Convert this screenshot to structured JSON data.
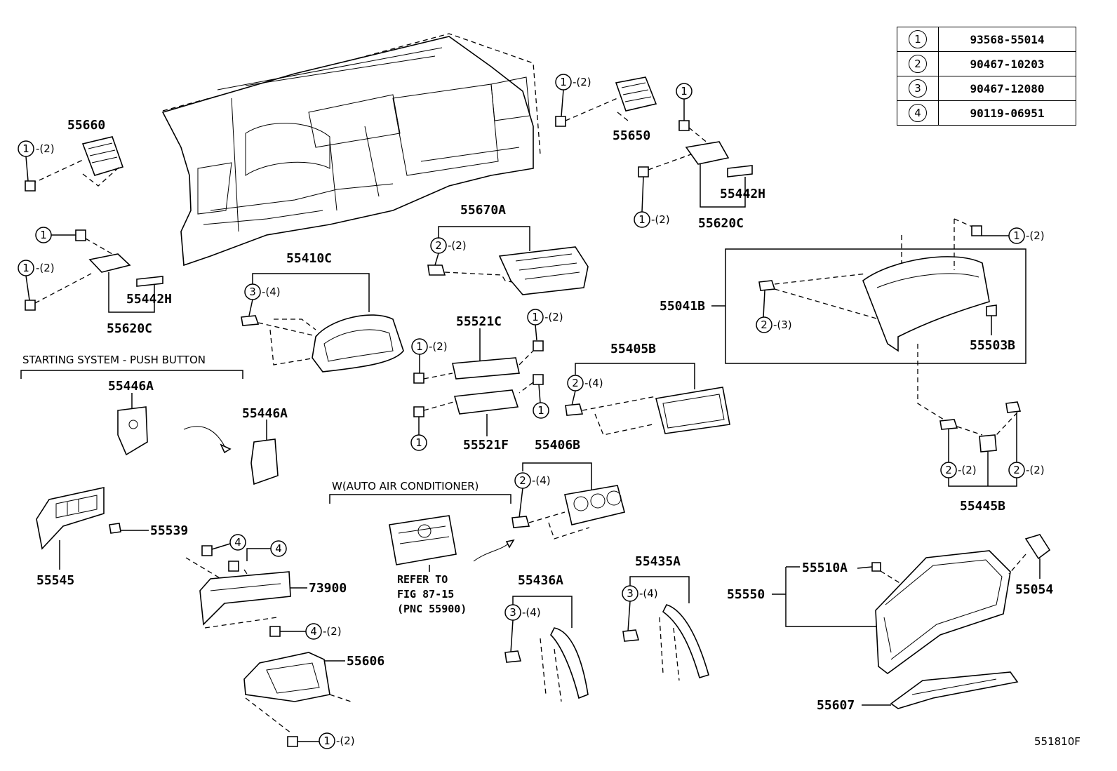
{
  "legend": [
    {
      "num": "1",
      "part": "93568-55014"
    },
    {
      "num": "2",
      "part": "90467-10203"
    },
    {
      "num": "3",
      "part": "90467-12080"
    },
    {
      "num": "4",
      "part": "90119-06951"
    }
  ],
  "parts": {
    "p55660": "55660",
    "p55650": "55650",
    "p55442H_r": "55442H",
    "p55620C_r": "55620C",
    "p55442H_l": "55442H",
    "p55620C_l": "55620C",
    "p55670A": "55670A",
    "p55410C": "55410C",
    "p55521C": "55521C",
    "p55521F": "55521F",
    "p55405B": "55405B",
    "p55406B": "55406B",
    "p55041B": "55041B",
    "p55503B": "55503B",
    "p55445B": "55445B",
    "p55446A_1": "55446A",
    "p55446A_2": "55446A",
    "p55545": "55545",
    "p55539": "55539",
    "p73900": "73900",
    "p55606": "55606",
    "p55436A": "55436A",
    "p55435A": "55435A",
    "p55550": "55550",
    "p55510A": "55510A",
    "p55054": "55054",
    "p55607": "55607"
  },
  "callouts": {
    "c1": {
      "n": "1",
      "q": "-(2)"
    },
    "c2": {
      "n": "1",
      "q": "-(2)"
    },
    "c3": {
      "n": "1",
      "q": ""
    },
    "c4": {
      "n": "1",
      "q": "-(2)"
    },
    "c5": {
      "n": "1",
      "q": ""
    },
    "c6": {
      "n": "1",
      "q": "-(2)"
    },
    "c7": {
      "n": "1",
      "q": "-(2)"
    },
    "c8": {
      "n": "2",
      "q": "-(2)"
    },
    "c9": {
      "n": "3",
      "q": "-(4)"
    },
    "c10": {
      "n": "1",
      "q": "-(2)"
    },
    "c11": {
      "n": "1",
      "q": "-(2)"
    },
    "c12": {
      "n": "1",
      "q": ""
    },
    "c13": {
      "n": "1",
      "q": ""
    },
    "c14": {
      "n": "2",
      "q": "-(4)"
    },
    "c15": {
      "n": "2",
      "q": "-(4)"
    },
    "c16": {
      "n": "2",
      "q": "-(3)"
    },
    "c17": {
      "n": "2",
      "q": "-(2)"
    },
    "c18": {
      "n": "2",
      "q": "-(2)"
    },
    "c19": {
      "n": "4",
      "q": ""
    },
    "c20": {
      "n": "4",
      "q": ""
    },
    "c21": {
      "n": "4",
      "q": "-(2)"
    },
    "c22": {
      "n": "1",
      "q": "-(2)"
    },
    "c23": {
      "n": "3",
      "q": "-(4)"
    },
    "c24": {
      "n": "3",
      "q": "-(4)"
    }
  },
  "notes": {
    "starting_system": "STARTING SYSTEM - PUSH BUTTON",
    "auto_ac": "W(AUTO AIR CONDITIONER)",
    "refer_1": "REFER TO",
    "refer_2": "FIG 87-15",
    "refer_3": "(PNC 55900)",
    "figure_id": "551810F"
  }
}
